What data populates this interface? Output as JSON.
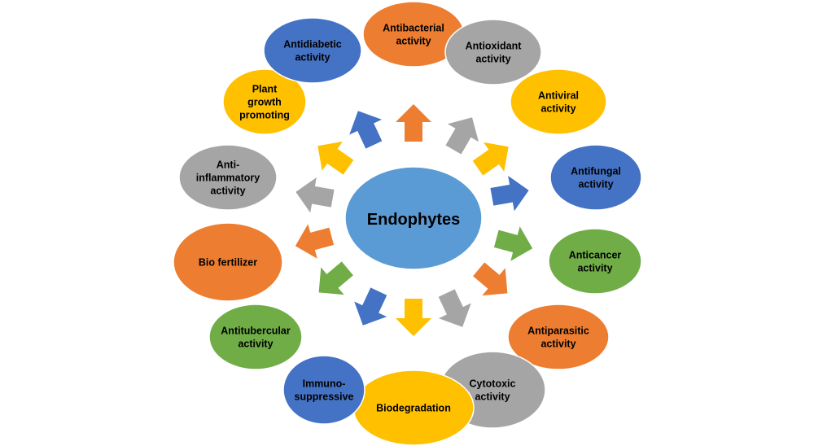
{
  "diagram": {
    "center": {
      "label": "Endophytes",
      "color": "#5b9bd5"
    },
    "palette": {
      "orange": "#ed7d31",
      "gray": "#a5a5a5",
      "yellow": "#ffc000",
      "blue": "#4472c4",
      "green": "#70ad47"
    },
    "nodes": [
      {
        "id": "antibacterial",
        "lines": [
          "Antibacterial",
          "activity"
        ],
        "color": "orange"
      },
      {
        "id": "antioxidant",
        "lines": [
          "Antioxidant",
          "activity"
        ],
        "color": "gray"
      },
      {
        "id": "antiviral",
        "lines": [
          "Antiviral",
          "activity"
        ],
        "color": "yellow"
      },
      {
        "id": "antifungal",
        "lines": [
          "Antifungal",
          "activity"
        ],
        "color": "blue"
      },
      {
        "id": "anticancer",
        "lines": [
          "Anticancer",
          "activity"
        ],
        "color": "green"
      },
      {
        "id": "antiparasitic",
        "lines": [
          "Antiparasitic",
          "activity"
        ],
        "color": "orange"
      },
      {
        "id": "cytotoxic",
        "lines": [
          "Cytotoxic",
          "activity"
        ],
        "color": "gray"
      },
      {
        "id": "biodegradation",
        "lines": [
          "Biodegradation"
        ],
        "color": "yellow"
      },
      {
        "id": "immunosuppressive",
        "lines": [
          "Immuno-",
          "suppressive"
        ],
        "color": "blue"
      },
      {
        "id": "antitubercular",
        "lines": [
          "Antitubercular",
          "activity"
        ],
        "color": "green"
      },
      {
        "id": "bio-fertilizer",
        "lines": [
          "Bio fertilizer"
        ],
        "color": "orange"
      },
      {
        "id": "anti-inflammatory",
        "lines": [
          "Anti-",
          "inflammatory",
          "activity"
        ],
        "color": "gray"
      },
      {
        "id": "plant-growth",
        "lines": [
          "Plant",
          "growth",
          "promoting"
        ],
        "color": "yellow"
      },
      {
        "id": "antidiabetic",
        "lines": [
          "Antidiabetic",
          "activity"
        ],
        "color": "blue"
      }
    ],
    "arrows": [
      {
        "id": "up",
        "color": "orange"
      },
      {
        "id": "up-right",
        "color": "gray"
      },
      {
        "id": "right-upper",
        "color": "yellow"
      },
      {
        "id": "right",
        "color": "blue"
      },
      {
        "id": "right-lower",
        "color": "green"
      },
      {
        "id": "down-right-1",
        "color": "orange"
      },
      {
        "id": "down-right-2",
        "color": "gray"
      },
      {
        "id": "down",
        "color": "yellow"
      },
      {
        "id": "down-left-1",
        "color": "blue"
      },
      {
        "id": "down-left-2",
        "color": "green"
      },
      {
        "id": "left-lower",
        "color": "orange"
      },
      {
        "id": "left",
        "color": "gray"
      },
      {
        "id": "left-upper",
        "color": "yellow"
      },
      {
        "id": "up-left",
        "color": "blue"
      }
    ]
  }
}
